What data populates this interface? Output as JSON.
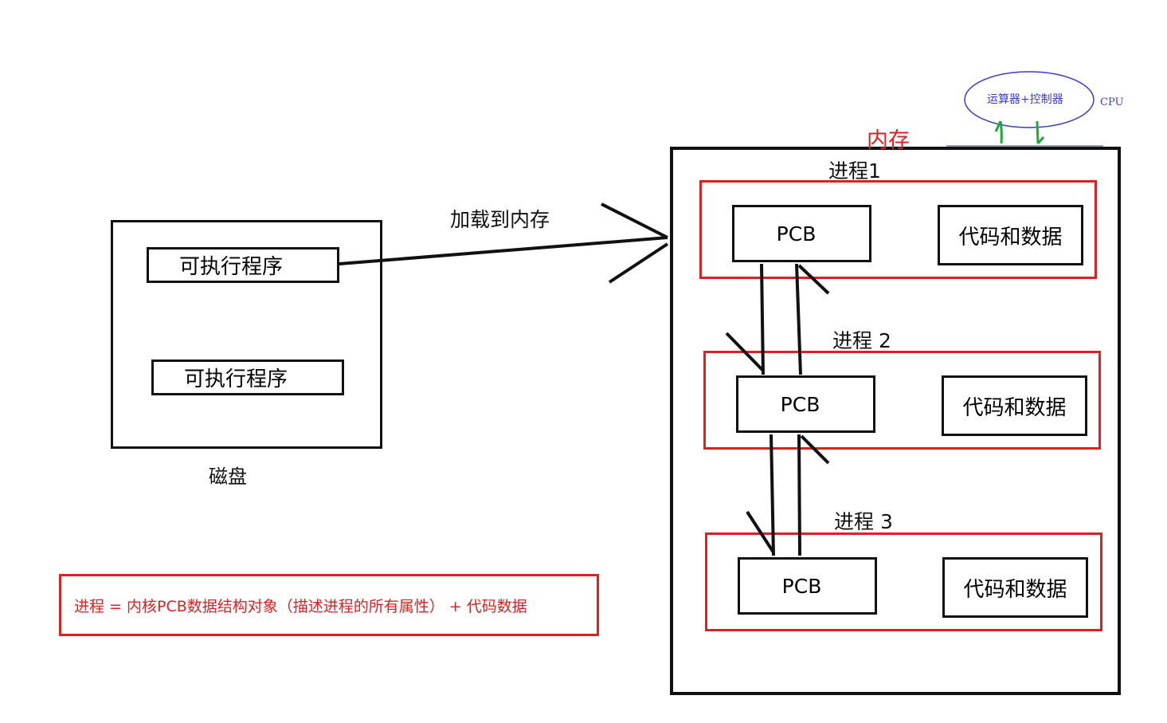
{
  "disk": {
    "label": "磁盘",
    "programs": [
      "可执行程序",
      "可执行程序"
    ]
  },
  "load_arrow_label": "加载到内存",
  "memory": {
    "label": "内存",
    "processes": [
      {
        "title": "进程1",
        "pcb": "PCB",
        "code": "代码和数据"
      },
      {
        "title": "进程 2",
        "pcb": "PCB",
        "code": "代码和数据"
      },
      {
        "title": "进程 3",
        "pcb": "PCB",
        "code": "代码和数据"
      }
    ]
  },
  "cpu": {
    "ellipse_label": "运算器+控制器",
    "label": "CPU"
  },
  "definition": "进程 = 内核PCB数据结构对象（描述进程的所有属性） + 代码数据",
  "colors": {
    "red": "#e02020",
    "blue": "#3b3bc9",
    "green": "#1fa83a",
    "black": "#111111"
  }
}
